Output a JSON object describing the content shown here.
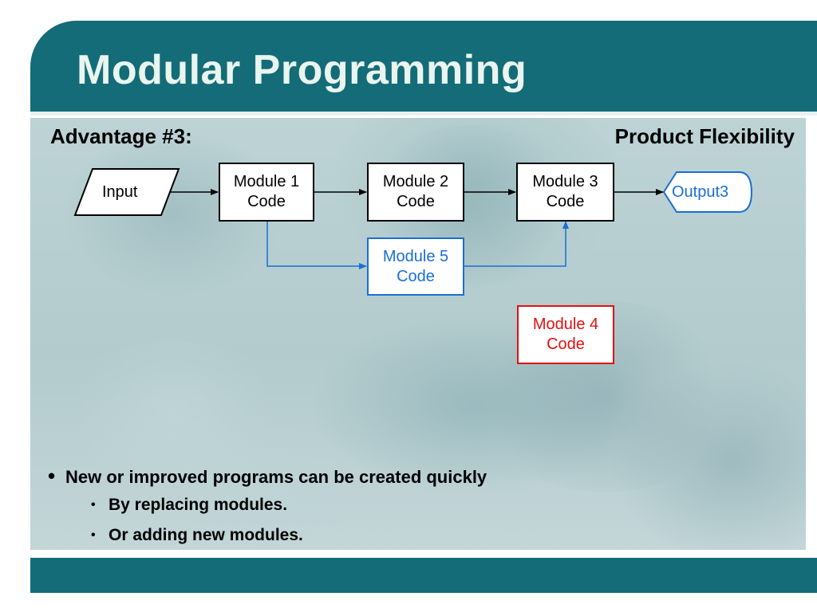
{
  "slide": {
    "title": "Modular Programming",
    "subtitle_left": "Advantage #3:",
    "subtitle_right": "Product Flexibility"
  },
  "diagram": {
    "input": {
      "label": "Input",
      "shape": "parallelogram"
    },
    "modules": [
      {
        "line1": "Module 1",
        "line2": "Code",
        "color": "#000000"
      },
      {
        "line1": "Module 2",
        "line2": "Code",
        "color": "#000000"
      },
      {
        "line1": "Module 3",
        "line2": "Code",
        "color": "#000000"
      },
      {
        "line1": "Module 5",
        "line2": "Code",
        "color": "#1a6fd4"
      },
      {
        "line1": "Module 4",
        "line2": "Code",
        "color": "#e01010"
      }
    ],
    "output": {
      "label": "Output3",
      "shape": "display",
      "color": "#1a6fd4"
    },
    "edges": [
      {
        "from": "Input",
        "to": "Module 1",
        "color": "#000000"
      },
      {
        "from": "Module 1",
        "to": "Module 2",
        "color": "#000000"
      },
      {
        "from": "Module 2",
        "to": "Module 3",
        "color": "#000000"
      },
      {
        "from": "Module 3",
        "to": "Output3",
        "color": "#000000"
      },
      {
        "from": "Module 1",
        "to": "Module 5",
        "color": "#1a6fd4"
      },
      {
        "from": "Module 5",
        "to": "Module 3",
        "color": "#1a6fd4"
      }
    ]
  },
  "bullets": {
    "main": "New or improved programs can be created quickly",
    "subs": [
      "By replacing modules.",
      "Or adding new modules."
    ]
  },
  "colors": {
    "header": "#136c78",
    "title_text": "#e9f5ee",
    "accent_blue": "#1a6fd4",
    "accent_red": "#e01010"
  }
}
